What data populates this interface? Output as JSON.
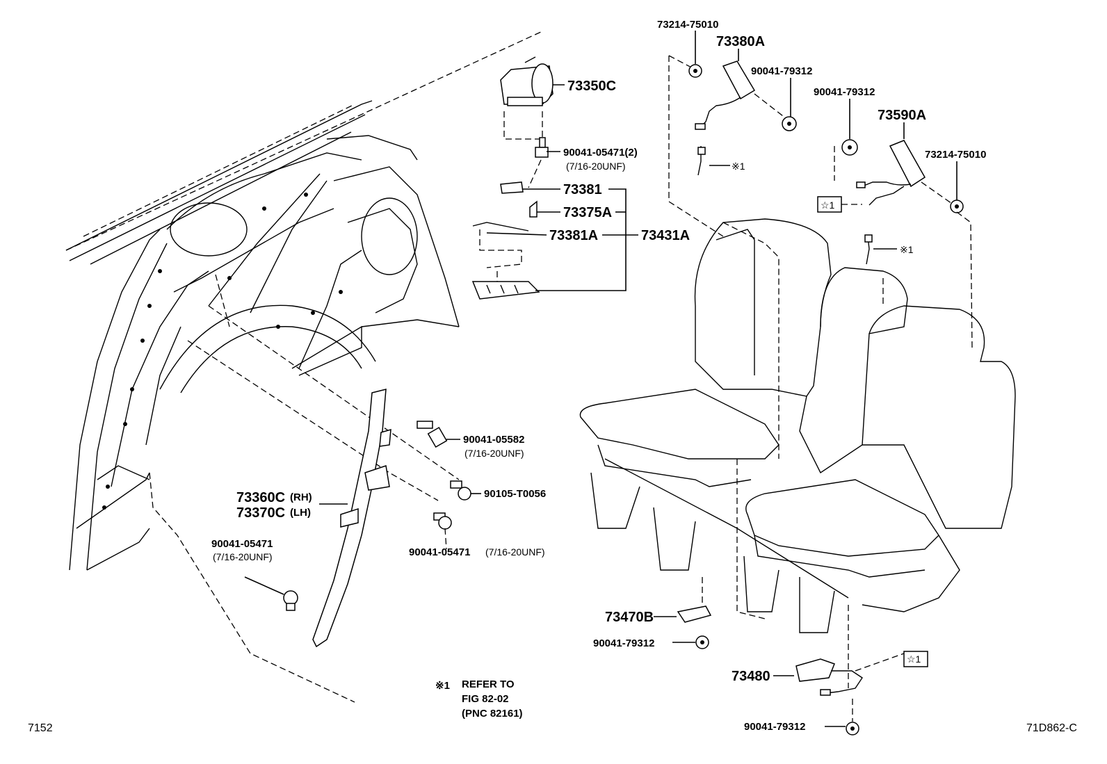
{
  "labels": {
    "p73350C": "73350C",
    "p9004105471_2": "90041-05471(2)",
    "p9004105471_2_sub": "(7/16-20UNF)",
    "p73381": "73381",
    "p73375A": "73375A",
    "p73381A": "73381A",
    "p73431A": "73431A",
    "p73214_75010_a": "73214-75010",
    "p73380A": "73380A",
    "p90041_79312_a": "90041-79312",
    "ref1_a": "※1",
    "p90041_79312_b": "90041-79312",
    "p73590A": "73590A",
    "p73214_75010_b": "73214-75010",
    "star1_a": "☆1",
    "ref1_b": "※1",
    "p9004105582": "90041-05582",
    "p9004105582_sub": "(7/16-20UNF)",
    "p90105T0056": "90105-T0056",
    "p73360C": "73360C",
    "p73360C_side": "(RH)",
    "p73370C": "73370C",
    "p73370C_side": "(LH)",
    "p9004105471_b": "90041-05471",
    "p9004105471_b_sub": "(7/16-20UNF)",
    "p9004105471_c": "90041-05471",
    "p9004105471_c_sub": "(7/16-20UNF)",
    "p73470B": "73470B",
    "p90041_79312_c": "90041-79312",
    "p73480": "73480",
    "star1_b": "☆1",
    "p90041_79312_d": "90041-79312",
    "note_mark": "※1",
    "note_line1": "REFER TO",
    "note_line2": "FIG 82-02",
    "note_line3": "(PNC 82161)"
  },
  "footer": {
    "left": "7152",
    "right": "71D862-C"
  }
}
